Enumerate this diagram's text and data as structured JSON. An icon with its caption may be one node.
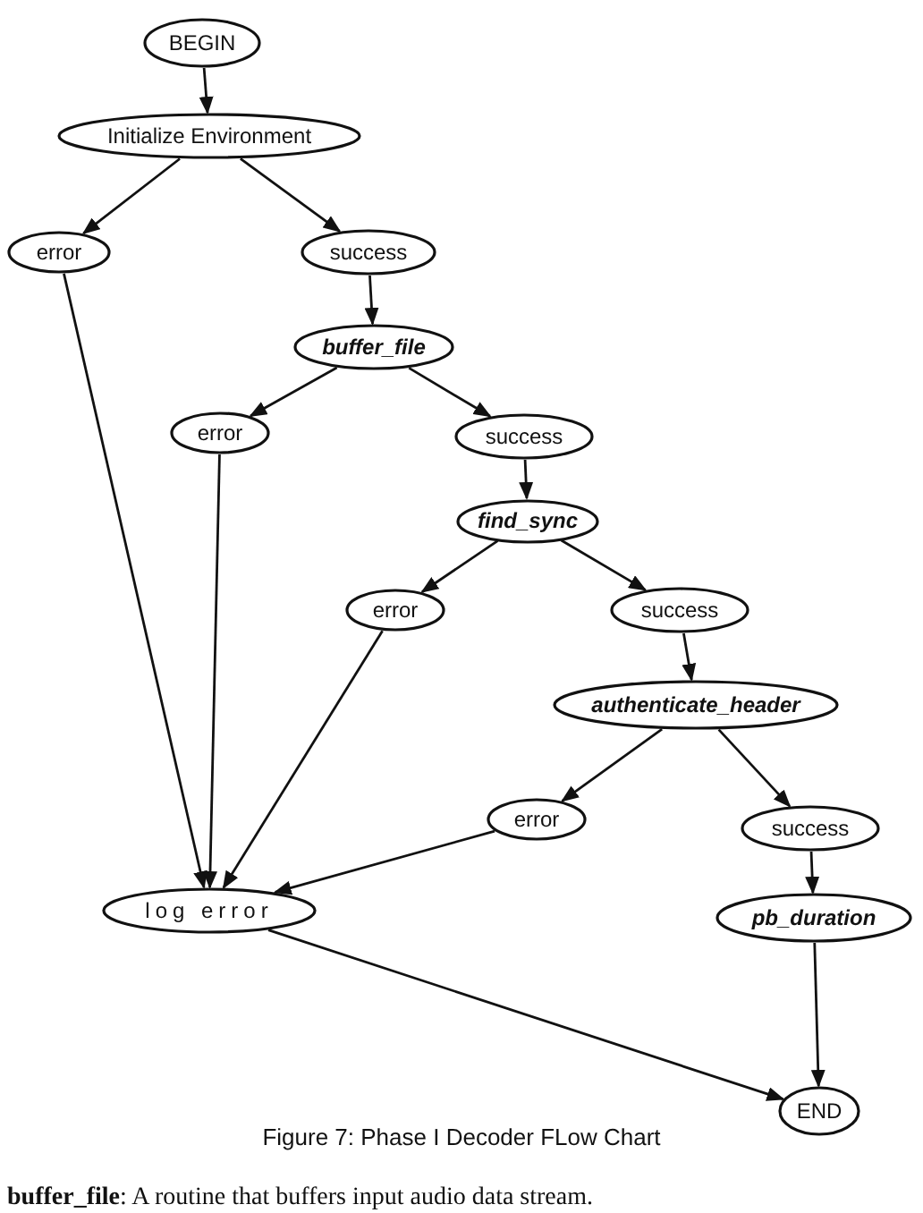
{
  "diagram": {
    "caption": "Figure 7: Phase I Decoder FLow Chart",
    "nodes": [
      {
        "text": [
          "BEGIN"
        ]
      },
      {
        "text": [
          "Initialize Environment"
        ]
      },
      {
        "text": [
          "error"
        ]
      },
      {
        "text": [
          "success"
        ]
      },
      {
        "text": [
          "buffer_file"
        ]
      },
      {
        "text": [
          "error"
        ]
      },
      {
        "text": [
          "success"
        ]
      },
      {
        "text": [
          "find_sync"
        ]
      },
      {
        "text": [
          "error"
        ]
      },
      {
        "text": [
          "success"
        ]
      },
      {
        "text": [
          "authenticate_header"
        ]
      },
      {
        "text": [
          "error"
        ]
      },
      {
        "text": [
          "success"
        ]
      },
      {
        "text": [
          "log error"
        ]
      },
      {
        "text": [
          "pb_duration"
        ]
      },
      {
        "text": [
          "END"
        ]
      }
    ],
    "edges": [
      {
        "from": 0,
        "to": 1,
        "arrow": "to"
      },
      {
        "from": 1,
        "to": 2,
        "arrow": "to"
      },
      {
        "from": 1,
        "to": 3,
        "arrow": "to"
      },
      {
        "from": 3,
        "to": 4,
        "arrow": "to"
      },
      {
        "from": 4,
        "to": 5,
        "arrow": "to"
      },
      {
        "from": 4,
        "to": 6,
        "arrow": "to"
      },
      {
        "from": 6,
        "to": 7,
        "arrow": "to"
      },
      {
        "from": 7,
        "to": 8,
        "arrow": "to"
      },
      {
        "from": 7,
        "to": 9,
        "arrow": "to"
      },
      {
        "from": 9,
        "to": 10,
        "arrow": "to"
      },
      {
        "from": 10,
        "to": 11,
        "arrow": "to"
      },
      {
        "from": 10,
        "to": 12,
        "arrow": "to"
      },
      {
        "from": 12,
        "to": 14,
        "arrow": "to"
      },
      {
        "from": 2,
        "to": 13,
        "arrow": "to"
      },
      {
        "from": 5,
        "to": 13,
        "arrow": "to"
      },
      {
        "from": 8,
        "to": 13,
        "arrow": "to"
      },
      {
        "from": 11,
        "to": 13,
        "arrow": "to"
      },
      {
        "from": 13,
        "to": 15,
        "arrow": "to"
      },
      {
        "from": 14,
        "to": 15,
        "arrow": "to"
      }
    ],
    "labels": [
      "**buffer_file**: A routine that buffers input audio data stream."
    ]
  }
}
